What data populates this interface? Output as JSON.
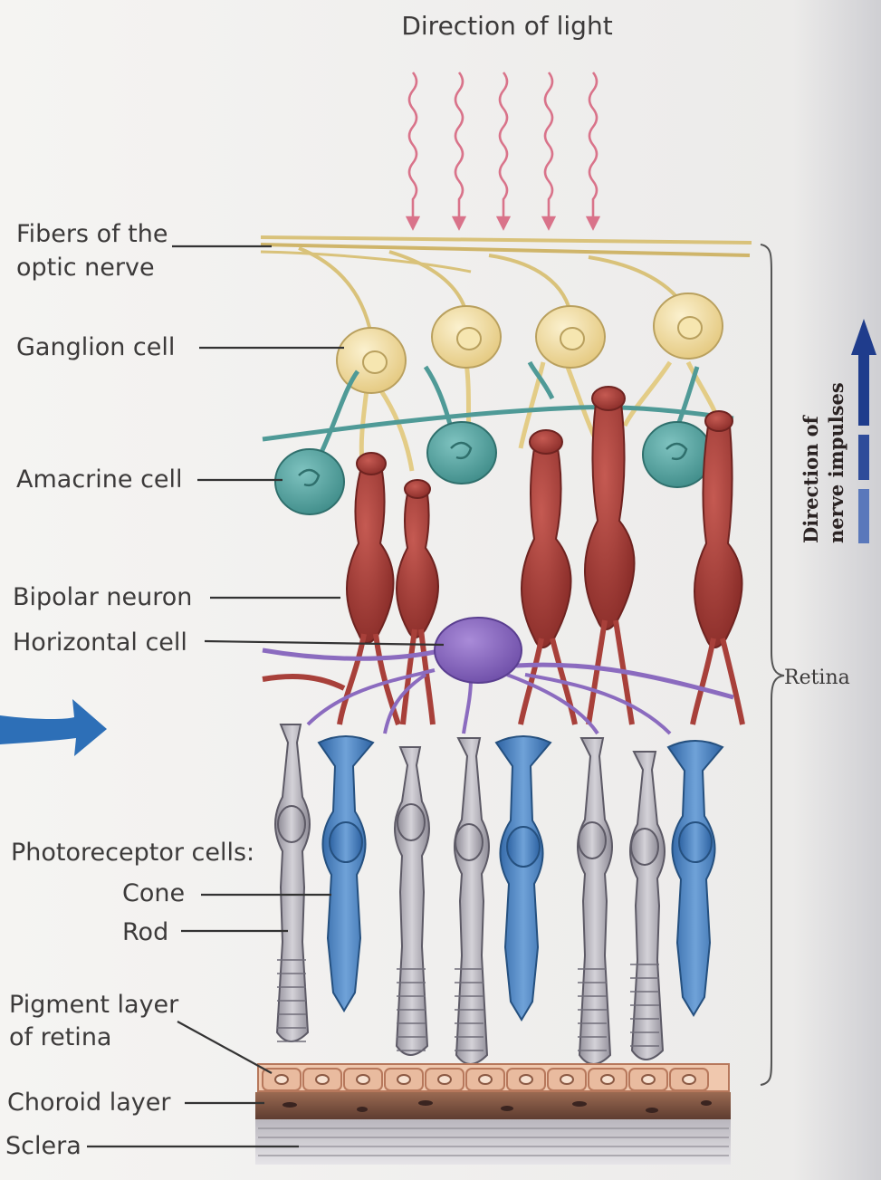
{
  "header": {
    "light_label": "Direction of light"
  },
  "labels": {
    "fibers_line1": "Fibers of the",
    "fibers_line2": "optic nerve",
    "ganglion": "Ganglion cell",
    "amacrine": "Amacrine cell",
    "bipolar": "Bipolar neuron",
    "horizontal": "Horizontal cell",
    "photoreceptors": "Photoreceptor cells:",
    "cone": "Cone",
    "rod": "Rod",
    "pigment_line1": "Pigment layer",
    "pigment_line2": "of retina",
    "choroid": "Choroid layer",
    "sclera": "Sclera"
  },
  "side": {
    "retina": "Retina",
    "impulse_line1": "Direction of",
    "impulse_line2": "nerve impulses"
  },
  "colors": {
    "ganglion": "#f1deA0",
    "amacrine": "#5fa9a6",
    "bipolar": "#a8403a",
    "horizontal": "#8b6bbf",
    "cone": "#4f86c3",
    "rod": "#b8b5be",
    "pigment": "#e8b79a",
    "choroid": "#7a5444",
    "light_arrow": "#d9738a",
    "impulse_arrow": "#1f3c8c"
  }
}
